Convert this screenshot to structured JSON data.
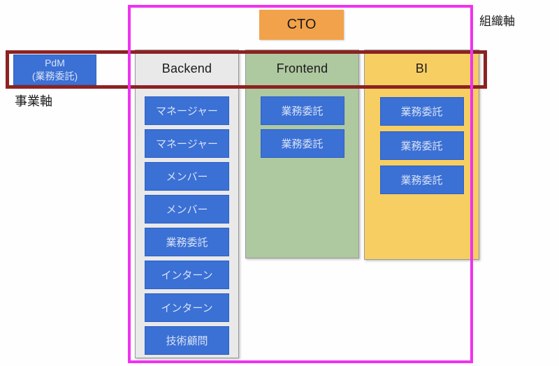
{
  "labels": {
    "org_axis": "組織軸",
    "business_axis": "事業軸"
  },
  "cto": {
    "label": "CTO"
  },
  "pdm": {
    "line1": "PdM",
    "line2": "(業務委託)"
  },
  "columns": [
    {
      "id": "backend",
      "header": "Backend",
      "members": [
        "マネージャー",
        "マネージャー",
        "メンバー",
        "メンバー",
        "業務委託",
        "インターン",
        "インターン",
        "技術顧問"
      ]
    },
    {
      "id": "frontend",
      "header": "Frontend",
      "members": [
        "業務委託",
        "業務委託"
      ]
    },
    {
      "id": "bi",
      "header": "BI",
      "members": [
        "業務委託",
        "業務委託",
        "業務委託"
      ]
    }
  ],
  "colors": {
    "magenta": "#F032F0",
    "darkred": "#8B2321",
    "blue": "#3B70D5",
    "blueborder": "#2D61C4",
    "bluetext": "#D9E3F6",
    "orange": "#F2A24A",
    "green": "#AEC8A0",
    "yellow": "#F7CE62",
    "gray": "#E9E9E9",
    "colborder": "#999999",
    "textdark": "#1B1B1B"
  }
}
